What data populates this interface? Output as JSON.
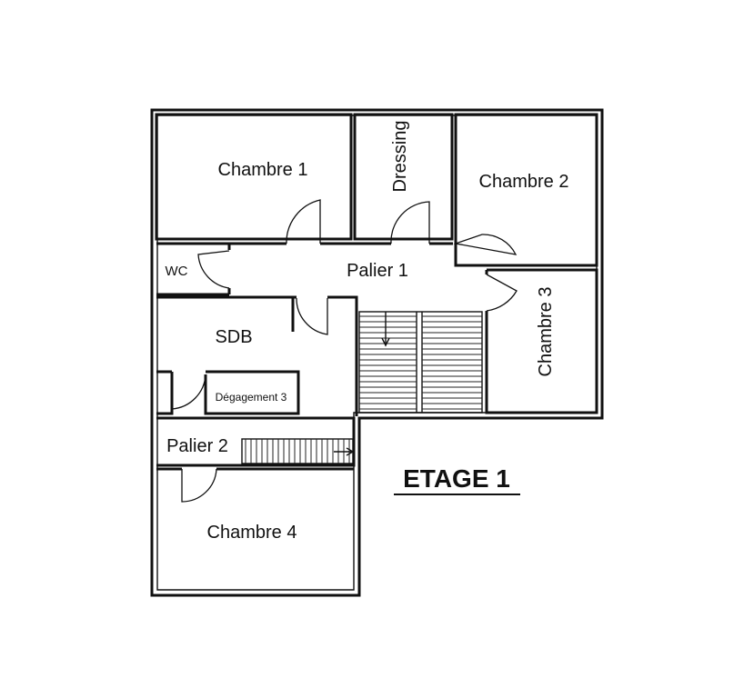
{
  "plan": {
    "title": "ETAGE 1",
    "rooms": {
      "chambre1": "Chambre 1",
      "dressing": "Dressing",
      "chambre2": "Chambre 2",
      "wc": "WC",
      "palier1": "Palier 1",
      "chambre3": "Chambre 3",
      "sdb": "SDB",
      "degagement3": "Dégagement 3",
      "palier2": "Palier 2",
      "chambre4": "Chambre 4"
    },
    "colors": {
      "line": "#111111",
      "background": "#ffffff"
    }
  }
}
